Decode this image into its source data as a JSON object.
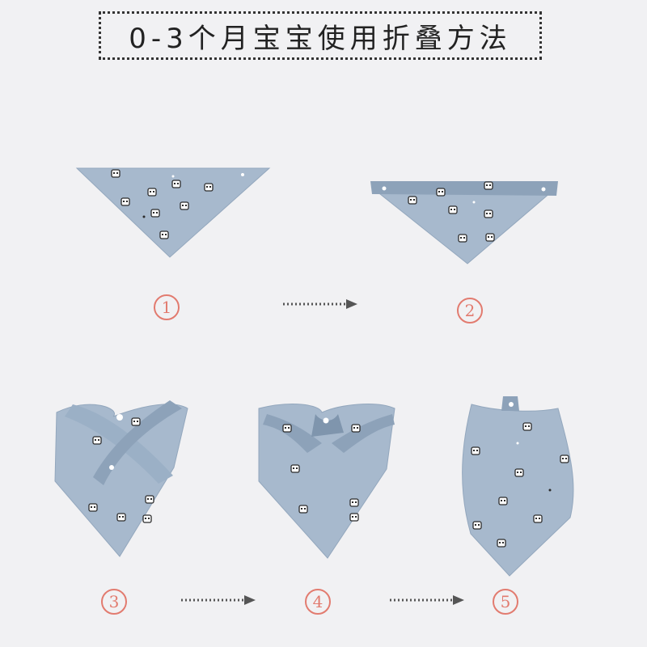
{
  "title": "0-3个月宝宝使用折叠方法",
  "colors": {
    "background": "#f1f1f3",
    "fabric": "#a7b9cd",
    "fabric_dark": "#8da2b9",
    "accent": "#e27b6f",
    "arrow": "#555555"
  },
  "steps": [
    {
      "number": "1"
    },
    {
      "number": "2"
    },
    {
      "number": "3"
    },
    {
      "number": "4"
    },
    {
      "number": "5"
    }
  ],
  "icons": {
    "bib": "triangle-bib-icon",
    "arrow": "dotted-arrow-icon"
  }
}
